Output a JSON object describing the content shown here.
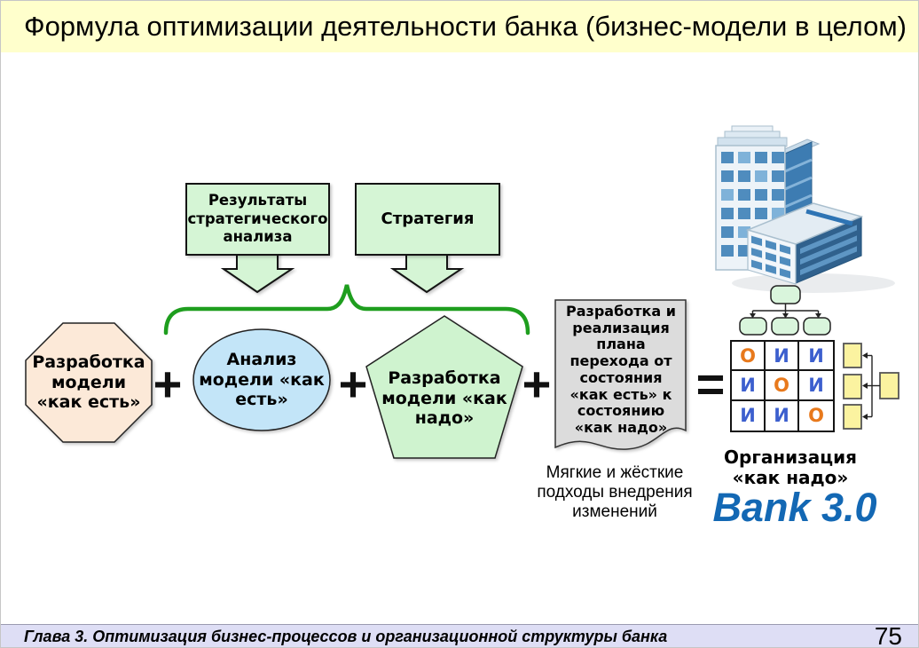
{
  "slide": {
    "title": "Формула оптимизации деятельности банка (бизнес-модели в целом)"
  },
  "callouts": {
    "results_label": "Результаты стратегического анализа",
    "strategy_label": "Стратегия"
  },
  "formula": {
    "plus": "+",
    "equals": "=",
    "step_model_as_is": "Разработка модели «как есть»",
    "step_analysis_as_is": "Анализ модели «как есть»",
    "step_model_to_be": "Разработка модели «как надо»",
    "step_transition_plan": "Разработка и реализация плана перехода от состояния «как есть» к состоянию «как надо»"
  },
  "result": {
    "note": "Мягкие и жёсткие подходы внедрения изменений",
    "org_label": "Организация «как надо»",
    "brand": "Bank 3.0"
  },
  "org_matrix": {
    "rows": [
      [
        "О",
        "И",
        "И"
      ],
      [
        "И",
        "О",
        "И"
      ],
      [
        "И",
        "И",
        "О"
      ]
    ]
  },
  "footer": {
    "chapter": "Глава 3. Оптимизация бизнес-процессов и организационной структуры банка",
    "page": "75"
  },
  "colors": {
    "title_bg": "#FFFFCC",
    "callout_green": "#D5F5D5",
    "octagon_peach": "#FCE9D8",
    "ellipse_blue": "#C3E5F8",
    "pentagon_green": "#CFF3CF",
    "document_gray": "#DCDCDC",
    "brace_green": "#1E9E1E",
    "brand_blue": "#1368B4",
    "matrix_o_orange": "#E8791C",
    "matrix_i_blue": "#3C5FCE",
    "node_green": "#D9F5DC",
    "box_yellow": "#FBF3A0",
    "footer_bg": "#DEDEF5"
  }
}
